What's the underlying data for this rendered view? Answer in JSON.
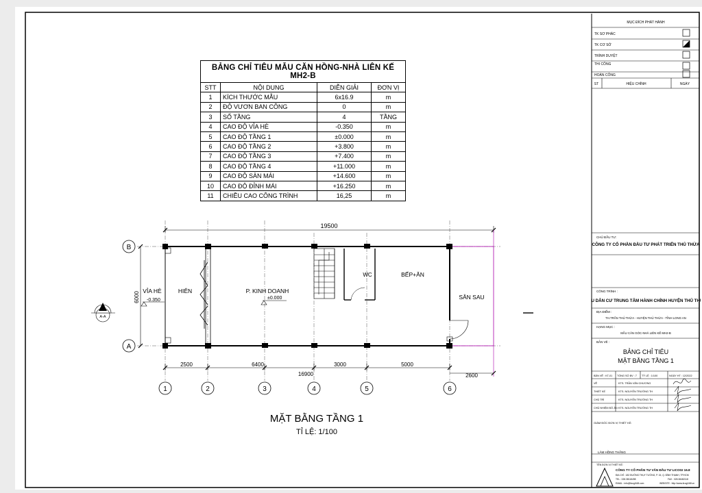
{
  "table": {
    "title": "BẢNG CHỈ TIÊU MẪU CĂN HỒNG-NHÀ LIÊN KẾ MH2-B",
    "headers": [
      "STT",
      "NỘI DUNG",
      "DIỄN GIẢI",
      "ĐƠN VỊ"
    ],
    "rows": [
      {
        "stt": "1",
        "content": "KÍCH THƯỚC MẪU",
        "value": "6x16.9",
        "unit": "m"
      },
      {
        "stt": "2",
        "content": "ĐỘ VƯƠN BAN CÔNG",
        "value": "0",
        "unit": "m"
      },
      {
        "stt": "3",
        "content": "SỐ TẦNG",
        "value": "4",
        "unit": "TẦNG"
      },
      {
        "stt": "4",
        "content": "CAO ĐỘ VỈA HÈ",
        "value": "-0.350",
        "unit": "m"
      },
      {
        "stt": "5",
        "content": "CAO ĐỘ TẦNG 1",
        "value": "±0.000",
        "unit": "m"
      },
      {
        "stt": "6",
        "content": "CAO ĐỘ TẦNG 2",
        "value": "+3.800",
        "unit": "m"
      },
      {
        "stt": "7",
        "content": "CAO ĐỘ TẦNG 3",
        "value": "+7.400",
        "unit": "m"
      },
      {
        "stt": "8",
        "content": "CAO ĐỘ TẦNG 4",
        "value": "+11.000",
        "unit": "m"
      },
      {
        "stt": "9",
        "content": "CAO ĐỘ SÀN MÁI",
        "value": "+14.600",
        "unit": "m"
      },
      {
        "stt": "10",
        "content": "CAO ĐỘ ĐỈNH MÁI",
        "value": "+16.250",
        "unit": "m"
      },
      {
        "stt": "11",
        "content": "CHIỀU CAO CÔNG TRÌNH",
        "value": "16,25",
        "unit": "m"
      }
    ]
  },
  "plan": {
    "title": "MẶT BẰNG TẦNG 1",
    "scale": "TỈ LỆ: 1/100",
    "overall_dim": "19500",
    "bottom_total": "16900",
    "dims_bottom": [
      "2500",
      "6400",
      "3000",
      "5000"
    ],
    "dim_rear": "2600",
    "dim_side": "6000",
    "axes_rows": [
      "B",
      "A"
    ],
    "axes_cols": [
      "1",
      "2",
      "3",
      "4",
      "5",
      "6"
    ],
    "rooms": {
      "via_he": "VỈA HÈ",
      "hien": "HIÊN",
      "kinh_doanh": "P. KINH DOANH",
      "wc": "WC",
      "bep": "BẾP+ĂN",
      "san_sau": "SÂN SAU"
    },
    "level_via_he": "-0.350",
    "level_floor": "±0.000",
    "section_mark": "A-A"
  },
  "title_block": {
    "issue_header": "MỤC ĐÍCH PHÁT HÀNH",
    "issue_items": [
      {
        "label": "TK SƠ PHÁC",
        "state": "empty"
      },
      {
        "label": "TK CƠ SỞ",
        "state": "half"
      },
      {
        "label": "TRÌNH DUYỆT",
        "state": "empty"
      },
      {
        "label": "THI CÔNG",
        "state": "empty"
      },
      {
        "label": "HOÀN CÔNG",
        "state": "empty"
      }
    ],
    "rev_headers": [
      "ST",
      "HIỆU CHỈNH",
      "NGÀY"
    ],
    "owner_label": "CHỦ ĐẦU TƯ:",
    "owner": "CÔNG TY CỔ PHẦN ĐẦU TƯ PHÁT TRIỂN THỦ THỪA",
    "project_label": "CÔNG TRÌNH :",
    "project": "KHU DÂN CƯ TRUNG TÂM HÀNH CHÍNH HUYỆN THỦ THỪA",
    "location_label": "ĐỊA ĐIỂM :",
    "location": "TH.TRẤN THỦ THỪA - HUYỆN THỦ THỪA - TỈNH LONG AN",
    "item_label": "HẠNG MỤC :",
    "item": "MẪU CĂN GÓC-NHÀ LIÊN KẾ MH2-B",
    "drawing_label": "BẢN VẼ :",
    "drawing_line1": "BẢNG CHỈ TIÊU",
    "drawing_line2": "MẶT BẰNG TẦNG 1",
    "meta": {
      "ban_ve": "BẢN VẼ :  KT-01",
      "tong_so": "TỔNG SỐ BV : 7",
      "ty_le": "TỶ LỆ : 1/100",
      "ngay": "NGÀY HT : 12/2022"
    },
    "people": [
      {
        "role": "VẼ",
        "name": "KTS. TRẦN VĂN CHƯƠNG"
      },
      {
        "role": "THIẾT KẾ",
        "name": "KTS. NGUYỄN TRƯỜNG TH"
      },
      {
        "role": "CHỦ TRÌ",
        "name": "KTS. NGUYỄN TRƯỜNG TH"
      },
      {
        "role": "CHỦ NHIỆM ĐỒ ÁN",
        "name": "KTS. NGUYỄN TRƯỜNG TH"
      }
    ],
    "director_label": "GIÁM ĐỐC ĐƠN VỊ THIẾT KẾ:",
    "director": "LÂM HỒNG THẮNG",
    "company_label": "TÊN ĐƠN VỊ THIẾT KẾ:",
    "company": "CÔNG TY CỔ PHẦN TƯ VẤN ĐẦU TƯ LICOGI 16.8",
    "company_addr": "ĐỊA CHỈ : 182 ĐƯỜNG THỤY TƯỜNG, P. 15, Q. BÌNH THẠNH, TP.HCM",
    "company_tel": "TEL : 028.38118498",
    "company_fax": "FAX : 028.38482118",
    "company_email": "EMAIL : info@licogi168.com",
    "company_web": "WEBSITE : http://www.licogi168.vn"
  }
}
